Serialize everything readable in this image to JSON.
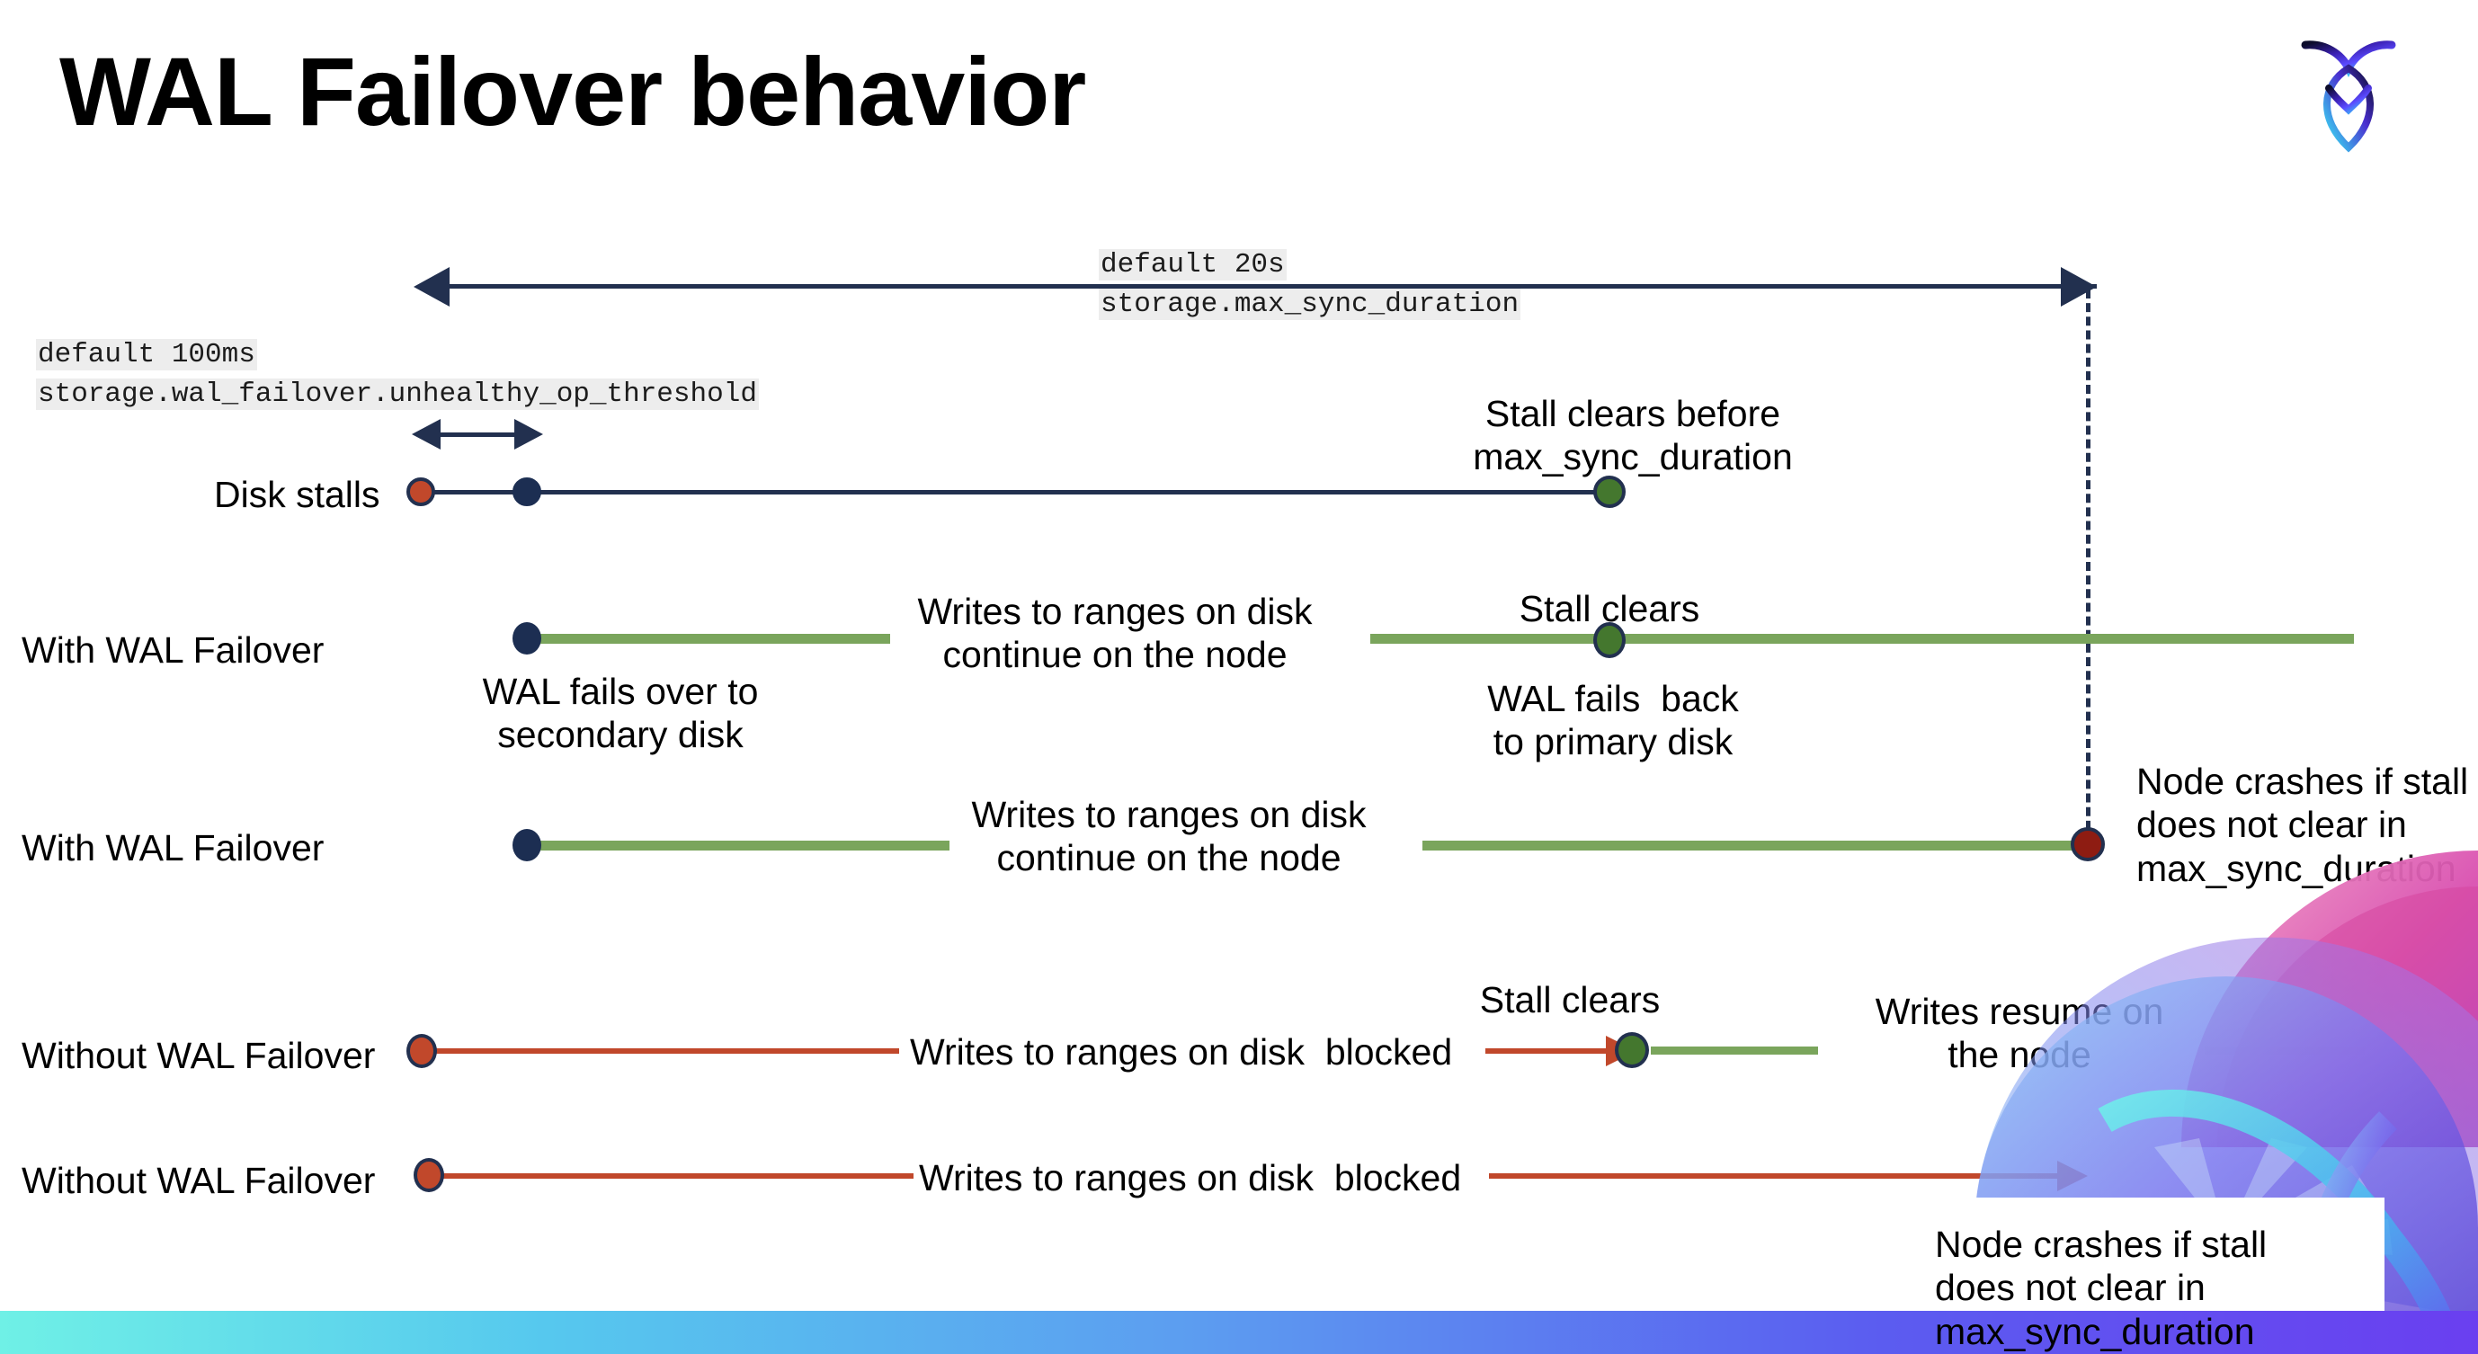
{
  "slide": {
    "title": "WAL Failover behavior",
    "logo_name": "cockroachdb-logo"
  },
  "settings": {
    "max_sync_duration": {
      "default_line": "default 20s",
      "name_line": "storage.max_sync_duration"
    },
    "unhealthy_op_threshold": {
      "default_line": "default 100ms",
      "name_line": "storage.wal_failover.unhealthy_op_threshold"
    }
  },
  "rows": [
    {
      "label": "Disk stalls",
      "notes": [
        "Stall clears before\nmax_sync_duration"
      ]
    },
    {
      "label": "With WAL Failover",
      "notes": [
        "Writes to ranges on disk\ncontinue on the node",
        "Stall clears",
        "WAL fails over to\nsecondary disk",
        "WAL fails  back\nto primary disk"
      ]
    },
    {
      "label": "With WAL Failover",
      "notes": [
        "Writes to ranges on disk\ncontinue on the node",
        "Node crashes if stall\ndoes not clear in\nmax_sync_duration"
      ]
    },
    {
      "label": "Without WAL Failover",
      "notes": [
        "Writes to ranges on disk  blocked",
        "Stall clears",
        "Writes resume on\nthe node"
      ]
    },
    {
      "label": "Without WAL Failover",
      "notes": [
        "Writes to ranges on disk  blocked",
        "Node crashes if stall\ndoes not clear in\nmax_sync_duration"
      ]
    }
  ],
  "colors": {
    "navy": "#22304f",
    "green_line": "#7aa55c",
    "green_dot": "#44772e",
    "red_line": "#c1482b",
    "red_dot": "#c1482b",
    "dark_red_dot": "#8e1c12",
    "code_bg": "#ededed"
  }
}
